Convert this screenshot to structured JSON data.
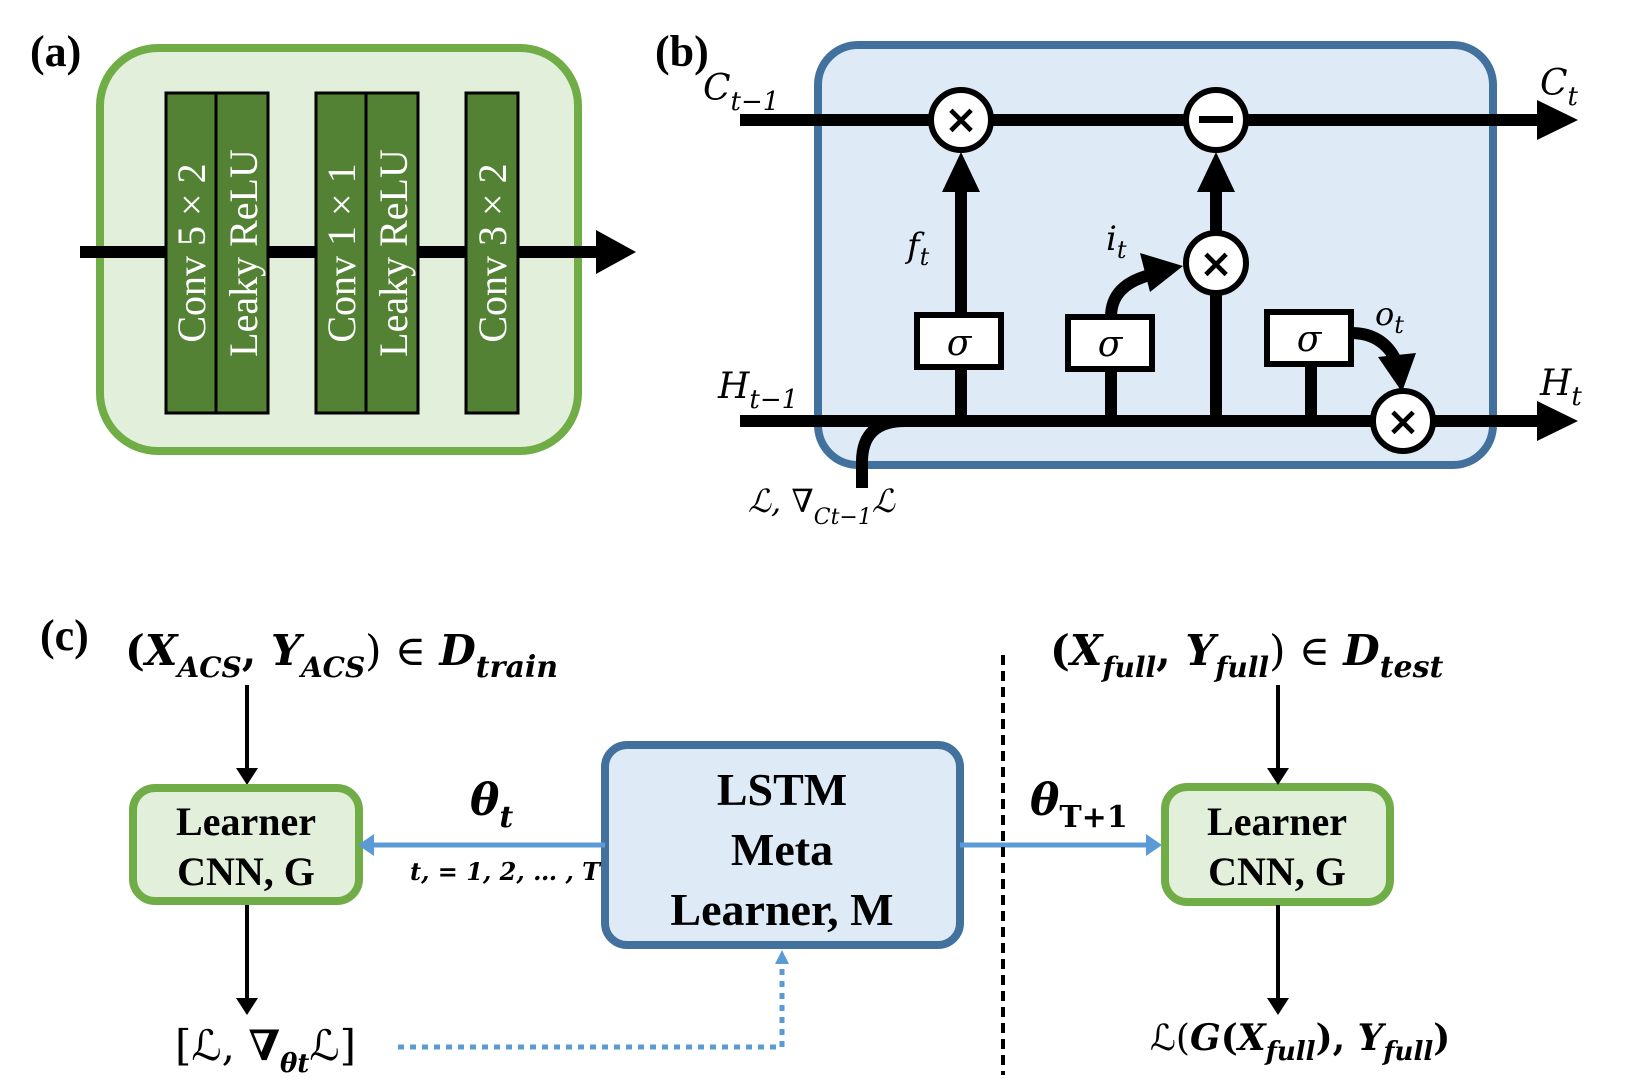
{
  "panels": {
    "a": {
      "label": "(a)",
      "layers": [
        {
          "text": "Conv 5 × 2",
          "kind": "conv"
        },
        {
          "text": "Leaky ReLU",
          "kind": "activation"
        },
        {
          "text": "Conv 1 × 1",
          "kind": "conv"
        },
        {
          "text": "Leaky ReLU",
          "kind": "activation"
        },
        {
          "text": "Conv 3 × 2",
          "kind": "conv"
        }
      ]
    },
    "b": {
      "label": "(b)",
      "inputs": {
        "cell_prev": {
          "main": "C",
          "sub": "t−1"
        },
        "hidden_prev": {
          "main": "H",
          "sub": "t−1"
        },
        "loss_input": {
          "main": "ℒ, ∇",
          "sub": "Ct−1",
          "tail": "ℒ"
        }
      },
      "outputs": {
        "cell_out": {
          "main": "C",
          "sub": "t"
        },
        "hidden_out": {
          "main": "H",
          "sub": "t"
        }
      },
      "gates": {
        "forget": {
          "main": "f",
          "sub": "t"
        },
        "input": {
          "main": "i",
          "sub": "t"
        },
        "output": {
          "main": "o",
          "sub": "t"
        }
      },
      "sigma_symbol": "σ",
      "ops": {
        "multiply": "×",
        "subtract": "−"
      }
    },
    "c": {
      "label": "(c)",
      "train_input": {
        "open": "(",
        "x": "X",
        "x_sub": "ACS",
        "sep": ", ",
        "y": "Y",
        "y_sub": "ACS",
        "close": ") ∈ ",
        "d": "D",
        "d_sub": "train"
      },
      "test_input": {
        "open": "(",
        "x": "X",
        "x_sub": "full",
        "sep": ", ",
        "y": "Y",
        "y_sub": "full",
        "close": ") ∈ ",
        "d": "D",
        "d_sub": "test"
      },
      "learner_left": {
        "line1": "Learner",
        "line2": "CNN, G"
      },
      "learner_right": {
        "line1": "Learner",
        "line2": "CNN, G"
      },
      "meta_learner": {
        "line1": "LSTM",
        "line2": "Meta",
        "line3": "Learner, M"
      },
      "theta_t": {
        "main": "θ",
        "sub": "t"
      },
      "theta_range": "t, = 1, 2, … , T",
      "theta_T1": {
        "main": "θ",
        "sub": "T+1"
      },
      "train_output": {
        "open": "[ℒ, ",
        "nabla": "∇",
        "sub": "θt",
        "tail": "ℒ]"
      },
      "test_output": {
        "pre": "ℒ(",
        "g": "G",
        "mid": "(",
        "x": "X",
        "x_sub": "full",
        "post": "), ",
        "y": "Y",
        "y_sub": "full",
        "close": ")"
      }
    }
  },
  "colors": {
    "green_fill": "#e2efda",
    "green_border": "#70ad47",
    "dark_green": "#548235",
    "blue_fill": "#deebf7",
    "blue_border": "#41719c",
    "arrow_blue": "#5b9bd5",
    "black": "#000000"
  }
}
